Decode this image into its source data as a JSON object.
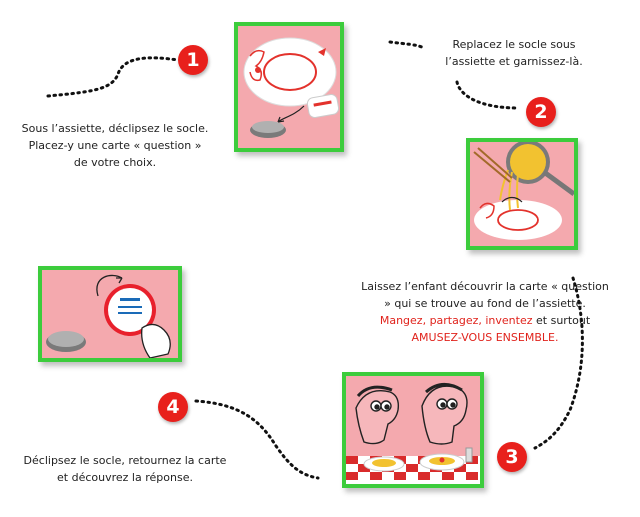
{
  "steps": [
    {
      "number": "1",
      "text": "Sous l’assiette, déclipsez le socle. Placez-y une carte « question » de votre choix."
    },
    {
      "number": "2",
      "text": "Replacez le socle sous l’assiette et garnissez-là."
    },
    {
      "number": "3",
      "text_plain": "Laissez l’enfant découvrir la carte « question » qui se trouve au fond de l’assiette.",
      "text_red_1": "Mangez, partagez, inventez",
      "text_mid": "et surtout",
      "text_red_2": "AMUSEZ-VOUS ENSEMBLE."
    },
    {
      "number": "4",
      "text": "Déclipsez le socle, retournez la carte et découvrez la réponse."
    }
  ],
  "colors": {
    "panel_fill": "#f4a9ae",
    "panel_border": "#3ccc3c",
    "badge": "#e8201c",
    "highlight_text": "#e0231c"
  }
}
